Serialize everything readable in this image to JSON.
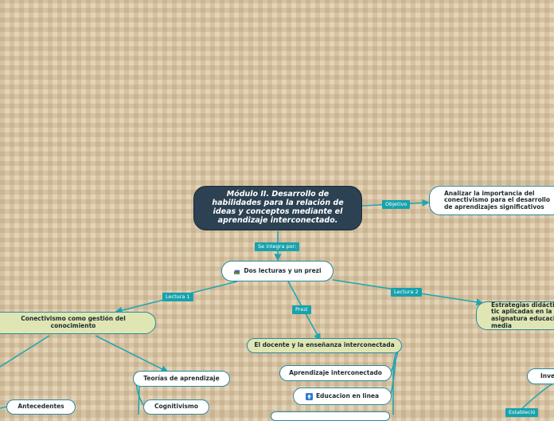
{
  "colors": {
    "link": "#1aa6b3",
    "root_bg": "#2c4152",
    "label_bg": "#17a2ad",
    "green_node": "#dfe6b3"
  },
  "root": {
    "title": "Módulo II. Desarrollo de habilidades para la relación de ideas y conceptos mediante el aprendizaje interconectado."
  },
  "labels": {
    "objetivo": "Objetivo",
    "se_integra": "Se integra por:",
    "lectura1": "Lectura 1",
    "prezi": "Prezi",
    "lectura2": "Lectura 2",
    "establecio": "Estableció"
  },
  "nodes": {
    "objective": "Analizar la importancia del conectivismo para el desarrollo de aprendizajes significativos",
    "readings": "Dos lecturas y un prezi",
    "conectivismo": "Conectivismo como gestión del conocimiento",
    "docente": "El docente y la enseñanza interconectada",
    "estrategias": "Estrategias didácticas tic aplicadas en la asignatura educación media",
    "teorias": "Teorías de aprendizaje",
    "antecedentes": "Antecedentes",
    "cognitivismo": "Cognitivismo",
    "aprendizaje_inter": "Aprendizaje interconectado",
    "educacion_linea": "Educacion en linea",
    "inve": "Inve"
  },
  "icons": {
    "readings": "books-icon",
    "educacion": "upload-arrow-icon"
  }
}
